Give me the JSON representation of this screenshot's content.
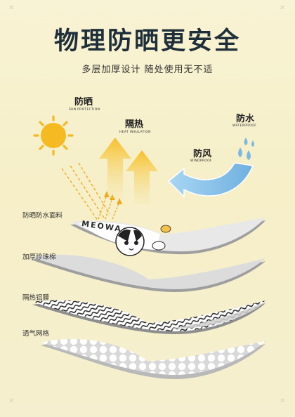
{
  "header": {
    "title": "物理防晒更安全",
    "subtitle": "多层加厚设计 随处使用无不适"
  },
  "features": {
    "sun": {
      "cn": "防晒",
      "en": "SUN PROTECTION"
    },
    "heat": {
      "cn": "隔热",
      "en": "HEAT INSULATION"
    },
    "water": {
      "cn": "防水",
      "en": "WATERPROOF"
    },
    "wind": {
      "cn": "防风",
      "en": "WINDPROOF"
    }
  },
  "layers": [
    {
      "label": "防晒防水面料"
    },
    {
      "label": "加厚珍珠棉"
    },
    {
      "label": "隔热铝膜"
    },
    {
      "label": "透气网格"
    }
  ],
  "brand_print": "MEOWA",
  "colors": {
    "sun": "#f5b921",
    "arrow_warm": "#f2b020",
    "wind": "#8ec6e9",
    "water": "#7fb8df",
    "title": "#1f2f3a"
  }
}
